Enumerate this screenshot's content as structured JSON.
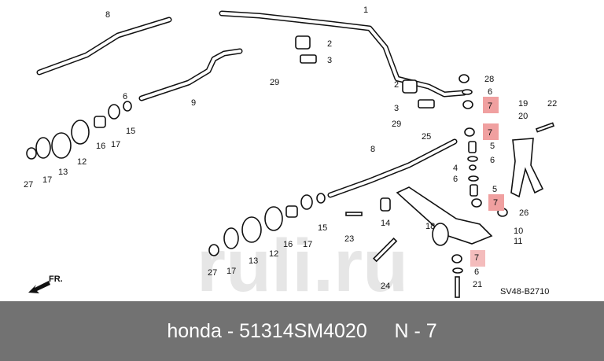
{
  "diagram": {
    "callouts": [
      "8",
      "1",
      "2",
      "3",
      "29",
      "9",
      "2",
      "3",
      "29",
      "28",
      "6",
      "7",
      "19",
      "22",
      "20",
      "7",
      "25",
      "5",
      "6",
      "4",
      "6",
      "5",
      "7",
      "26",
      "8",
      "10",
      "11",
      "18",
      "14",
      "23",
      "15",
      "17",
      "16",
      "12",
      "13",
      "17",
      "27",
      "24",
      "7",
      "6",
      "21",
      "6",
      "15",
      "17",
      "16",
      "12",
      "13",
      "17",
      "27"
    ],
    "highlight_color": "#f0a0a0",
    "drawing_code": "SV48-B2710",
    "direction_label": "FR.",
    "watermark": "ruli.ru"
  },
  "footer": {
    "brand": "honda",
    "part_number": "51314SM4020",
    "ref": "N - 7",
    "separator": " - ",
    "background": "#727272"
  }
}
